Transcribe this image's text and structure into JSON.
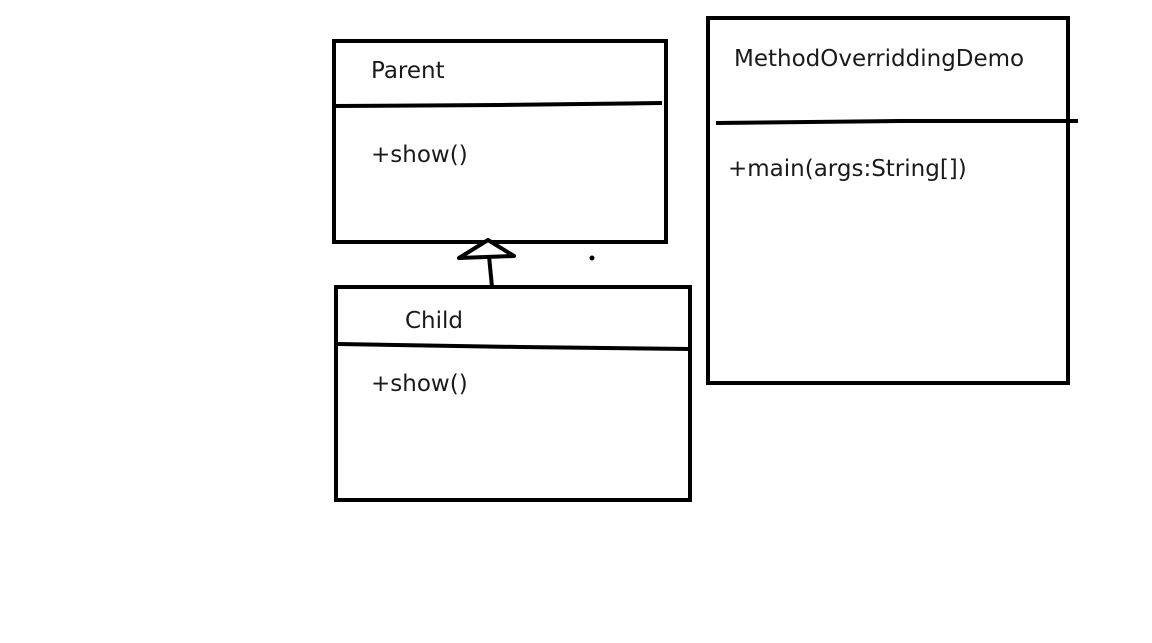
{
  "diagram": {
    "classes": [
      {
        "id": "parent",
        "name": "Parent",
        "methods": [
          "+show()"
        ]
      },
      {
        "id": "child",
        "name": "Child",
        "methods": [
          "+show()"
        ]
      },
      {
        "id": "demo",
        "name": "MethodOverriddingDemo",
        "methods": [
          "+main(args:String[])"
        ]
      }
    ],
    "relations": [
      {
        "type": "inheritance",
        "from": "child",
        "to": "parent"
      }
    ],
    "colors": {
      "stroke": "#000000",
      "text": "#1a1a1a",
      "background": "#ffffff"
    }
  }
}
